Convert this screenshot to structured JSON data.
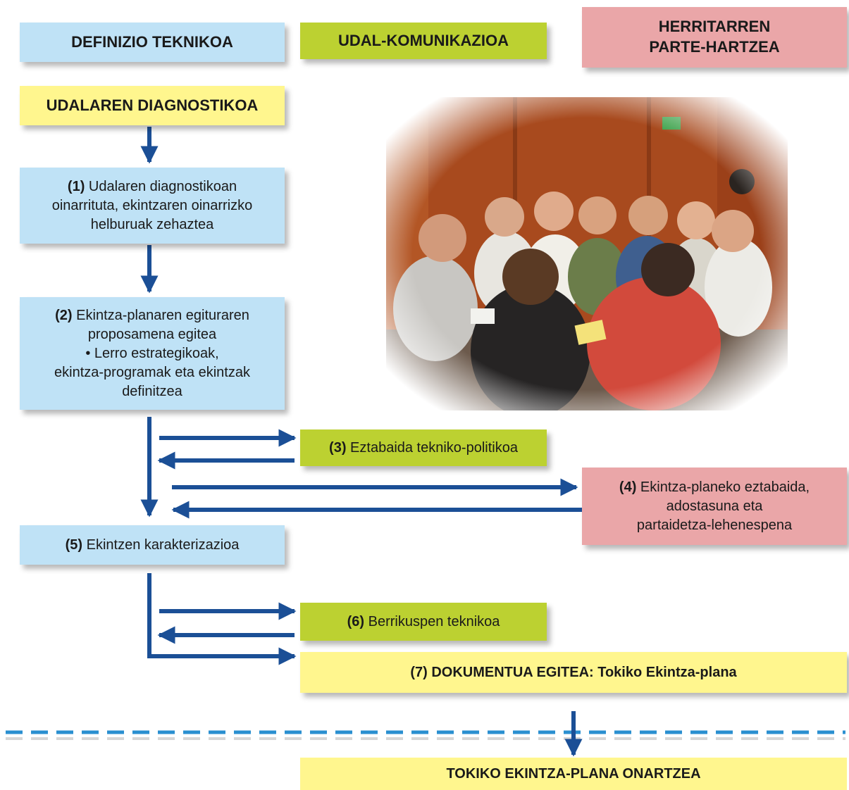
{
  "columns": {
    "technical": "DEFINIZIO TEKNIKOA",
    "communication": "UDAL-KOMUNIKAZIOA",
    "participation_line1": "HERRITARREN",
    "participation_line2": "PARTE-HARTZEA"
  },
  "diagnosis": "UDALAREN DIAGNOSTIKOA",
  "steps": {
    "s1": {
      "num": "(1)",
      "line1": "Udalaren diagnostikoan",
      "line2": "oinarrituta, ekintzaren oinarrizko",
      "line3": "helburuak zehaztea"
    },
    "s2": {
      "num": "(2)",
      "line1": "Ekintza-planaren egituraren",
      "line2": "proposamena egitea",
      "line3": "• Lerro estrategikoak,",
      "line4": "ekintza-programak eta ekintzak",
      "line5": "definitzea"
    },
    "s3": {
      "num": "(3)",
      "text": "Eztabaida tekniko-politikoa"
    },
    "s4": {
      "num": "(4)",
      "line1": "Ekintza-planeko eztabaida,",
      "line2": "adostasuna eta",
      "line3": "partaidetza-lehenespena"
    },
    "s5": {
      "num": "(5)",
      "text": "Ekintzen karakterizazioa"
    },
    "s6": {
      "num": "(6)",
      "text": "Berrikuspen teknikoa"
    },
    "s7": {
      "text": "(7) DOKUMENTUA EGITEA: Tokiko Ekintza-plana"
    }
  },
  "approval": "TOKIKO EKINTZA-PLANA ONARTZEA",
  "colors": {
    "blue": "#bfe2f6",
    "green": "#bcd131",
    "pink": "#eaa6a8",
    "yellow": "#fff68e",
    "arrow": "#1b4f96",
    "dashed_line": "#2a8fd0"
  }
}
